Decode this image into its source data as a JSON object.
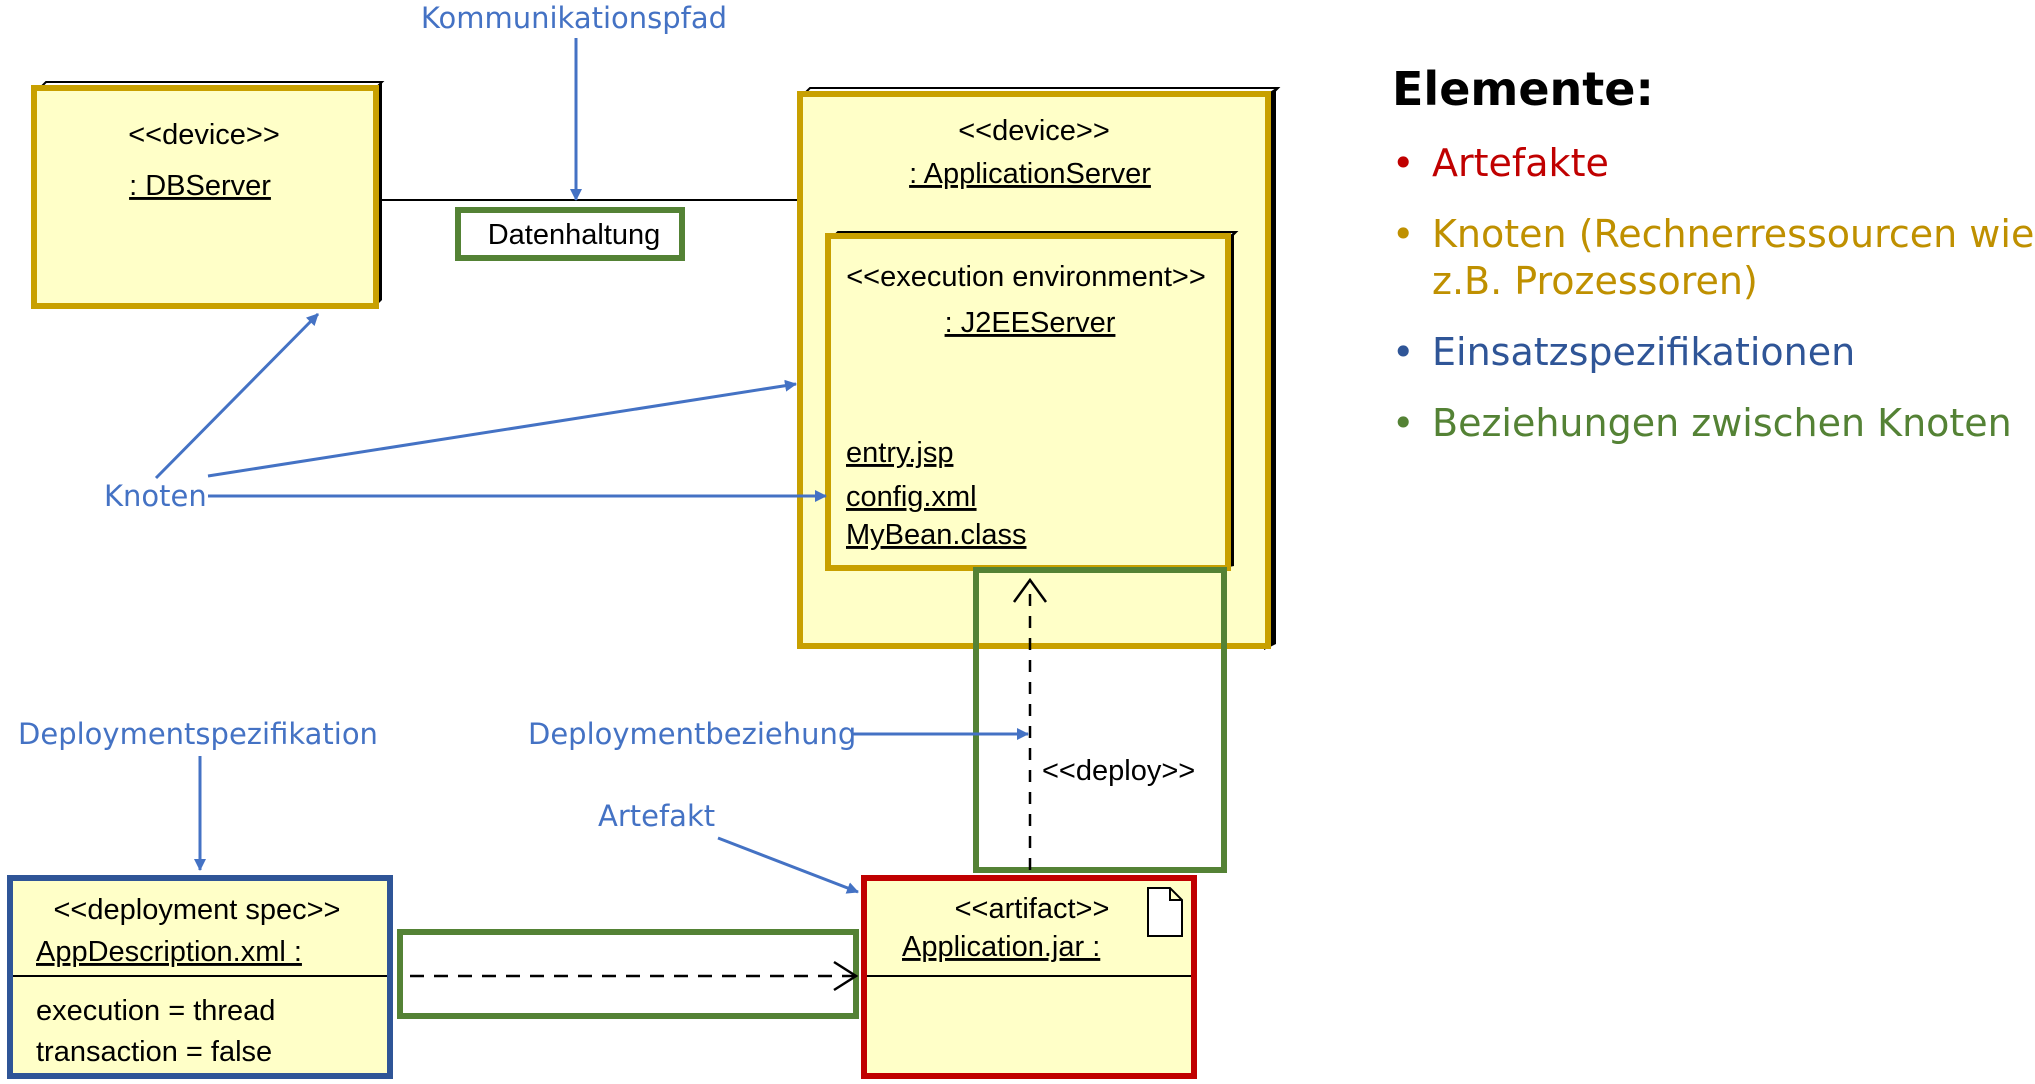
{
  "diagram": {
    "nodes": {
      "dbserver": {
        "stereotype": "<<device>>",
        "name": ": DBServer"
      },
      "appserver": {
        "stereotype": "<<device>>",
        "name": ": ApplicationServer"
      },
      "j2ee": {
        "stereotype": "<<execution environment>>",
        "name": ": J2EEServer",
        "artifacts": [
          "entry.jsp",
          "config.xml",
          "MyBean.class"
        ]
      },
      "comm_path": {
        "label": "Datenhaltung"
      },
      "deployment_spec": {
        "stereotype": "<<deployment spec>>",
        "name": "AppDescription.xml :",
        "props": [
          "execution = thread",
          "transaction = false"
        ]
      },
      "artifact": {
        "stereotype": "<<artifact>>",
        "name": "Application.jar :"
      },
      "deploy": {
        "label": "<<deploy>>"
      }
    },
    "annotations": {
      "kommunikationspfad": "Kommunikationspfad",
      "knoten": "Knoten",
      "deploymentspezifikation": "Deploymentspezifikation",
      "deploymentbeziehung": "Deploymentbeziehung",
      "artefakt": "Artefakt"
    },
    "colors": {
      "node_fill": "#ffffc8",
      "node_border": "#c8a000",
      "relation_green": "#548235",
      "spec_blue": "#2f5597",
      "artifact_red": "#c00000",
      "annotation_blue": "#4472c4"
    }
  },
  "panel": {
    "title": "Elemente:",
    "items": [
      {
        "text": "Artefakte",
        "color": "#c00000"
      },
      {
        "text": "Knoten (Rechnerressourcen wie z.B. Prozessoren)",
        "color": "#bf9000"
      },
      {
        "text": "Einsatzspezifikationen",
        "color": "#2f5597"
      },
      {
        "text": "Beziehungen zwischen Knoten",
        "color": "#548235"
      }
    ]
  }
}
